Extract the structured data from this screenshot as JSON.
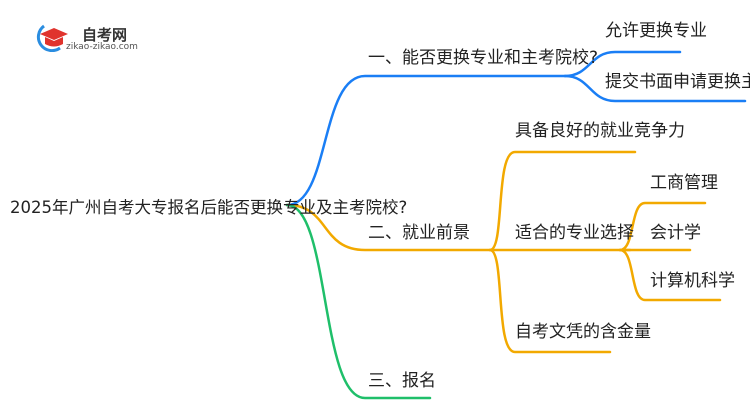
{
  "logo": {
    "name": "自考网",
    "url": "zikao-zikao.com"
  },
  "root": "2025年广州自考大专报名后能否更换专业及主考院校?",
  "branches": [
    {
      "label": "一、能否更换专业和主考院校?",
      "color": "#1a7ef5",
      "children": [
        {
          "label": "允许更换专业"
        },
        {
          "label": "提交书面申请更换主考院校"
        }
      ]
    },
    {
      "label": "二、就业前景",
      "color": "#f2a900",
      "children": [
        {
          "label": "具备良好的就业竞争力"
        },
        {
          "label": "适合的专业选择",
          "children": [
            {
              "label": "工商管理"
            },
            {
              "label": "会计学"
            },
            {
              "label": "计算机科学"
            }
          ]
        },
        {
          "label": "自考文凭的含金量"
        }
      ]
    },
    {
      "label": "三、报名",
      "color": "#1fbf6a"
    }
  ]
}
